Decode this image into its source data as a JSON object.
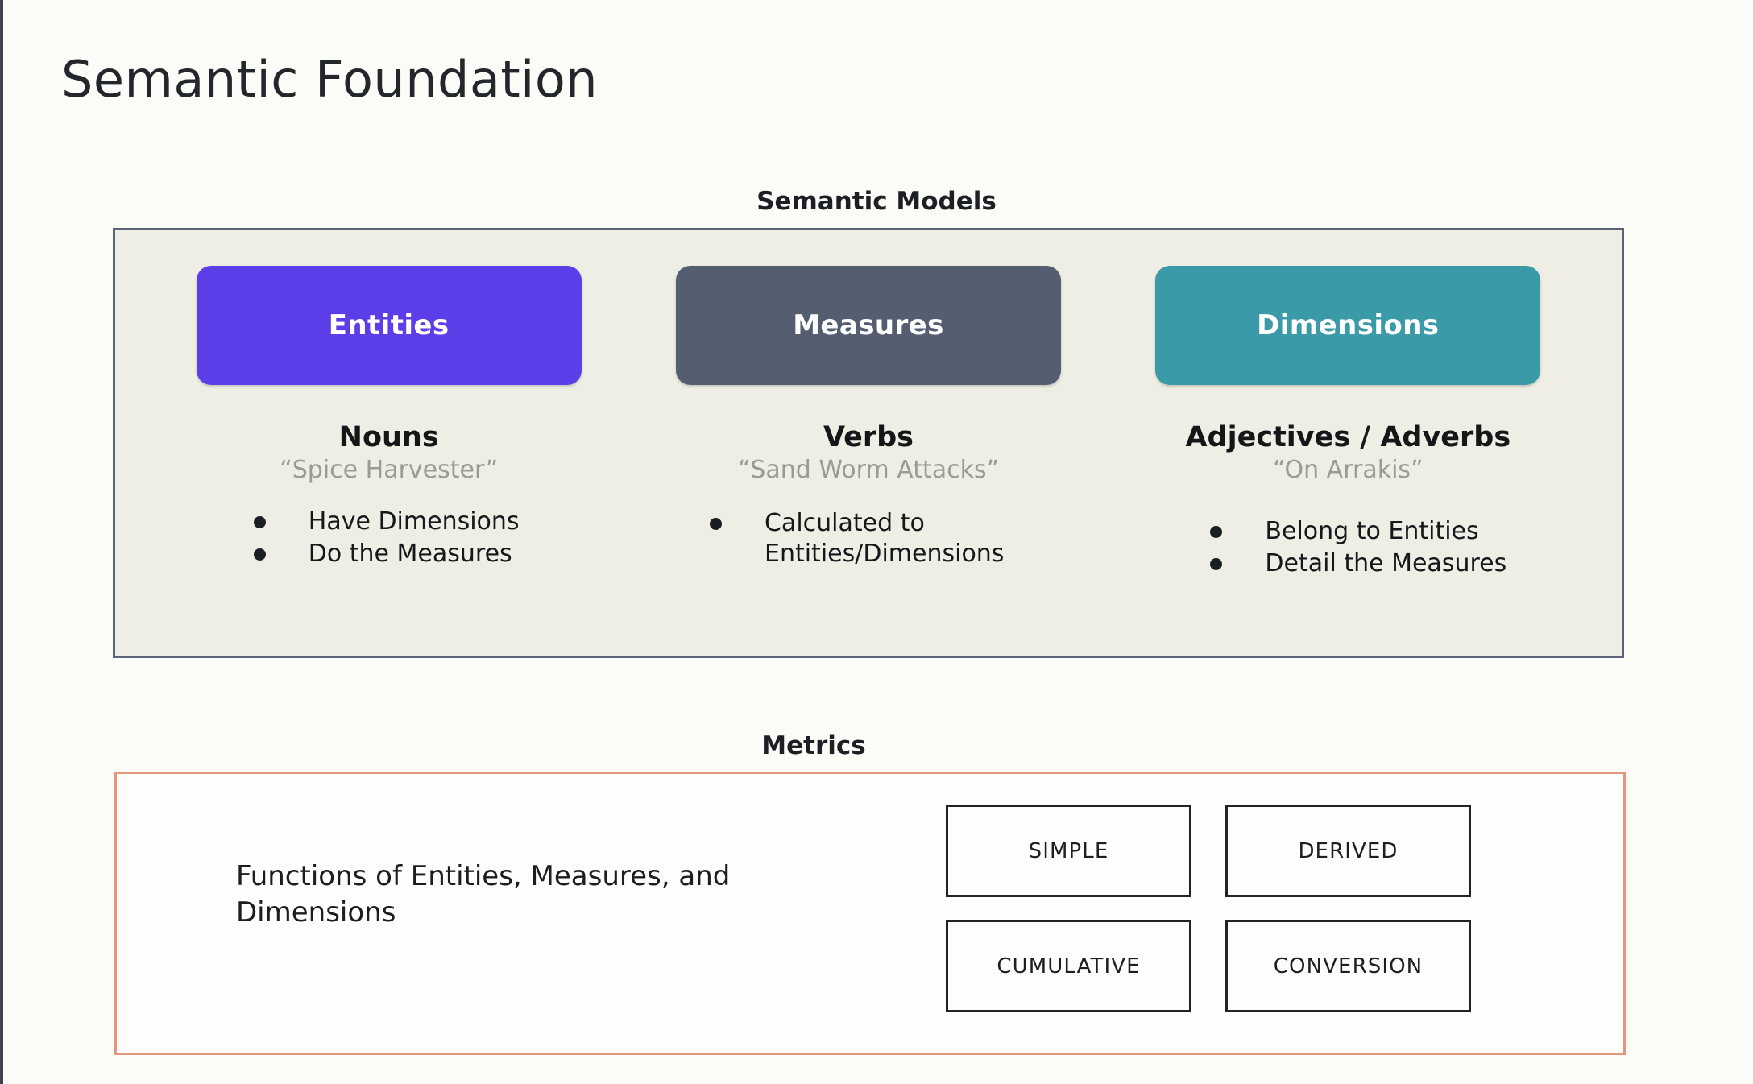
{
  "slide": {
    "title": "Semantic Foundation",
    "background_color": "#fbfbf8"
  },
  "semantic_models": {
    "heading": "Semantic Models",
    "panel_background": "#efeee4",
    "panel_border_color": "#5b6477",
    "columns": [
      {
        "pill_label": "Entities",
        "pill_color": "#5b3ee8",
        "part_of_speech": "Nouns",
        "example": "“Spice Harvester”",
        "bullets": [
          "Have Dimensions",
          "Do the Measures"
        ]
      },
      {
        "pill_label": "Measures",
        "pill_color": "#555e70",
        "part_of_speech": "Verbs",
        "example": "“Sand Worm Attacks”",
        "bullets": [
          "Calculated to Entities/Dimensions"
        ]
      },
      {
        "pill_label": "Dimensions",
        "pill_color": "#3a9aa8",
        "part_of_speech": "Adjectives / Adverbs",
        "example": "“On Arrakis”",
        "bullets": [
          "Belong to Entities",
          "Detail the Measures"
        ]
      }
    ]
  },
  "metrics": {
    "heading": "Metrics",
    "panel_border_color": "#e2987c",
    "description": "Functions of Entities, Measures, and Dimensions",
    "types": [
      "SIMPLE",
      "DERIVED",
      "CUMULATIVE",
      "CONVERSION"
    ]
  }
}
